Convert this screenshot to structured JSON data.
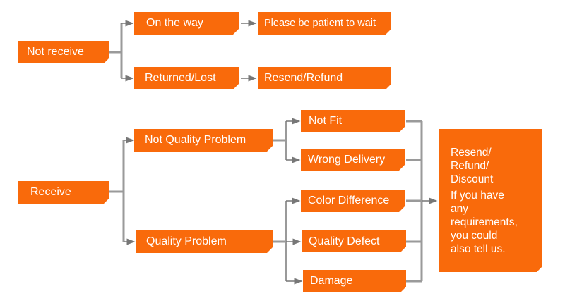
{
  "not_receive": {
    "label": "Not receive",
    "branches": [
      {
        "label": "On the way",
        "outcome": "Please be patient to wait"
      },
      {
        "label": "Returned/Lost",
        "outcome": "Resend/Refund"
      }
    ]
  },
  "receive": {
    "label": "Receive",
    "not_quality_problem": {
      "label": "Not Quality Problem",
      "items": [
        "Not Fit",
        "Wrong Delivery"
      ]
    },
    "quality_problem": {
      "label": "Quality Problem",
      "items": [
        "Color Difference",
        "Quality Defect",
        "Damage"
      ]
    }
  },
  "result": {
    "line1": "Resend/\nRefund/\nDiscount",
    "line2": "If you have\nany\nrequirements,\nyou could\nalso tell us."
  },
  "colors": {
    "box": "#f96a0b",
    "connector": "#999999",
    "text": "#ffffff"
  }
}
